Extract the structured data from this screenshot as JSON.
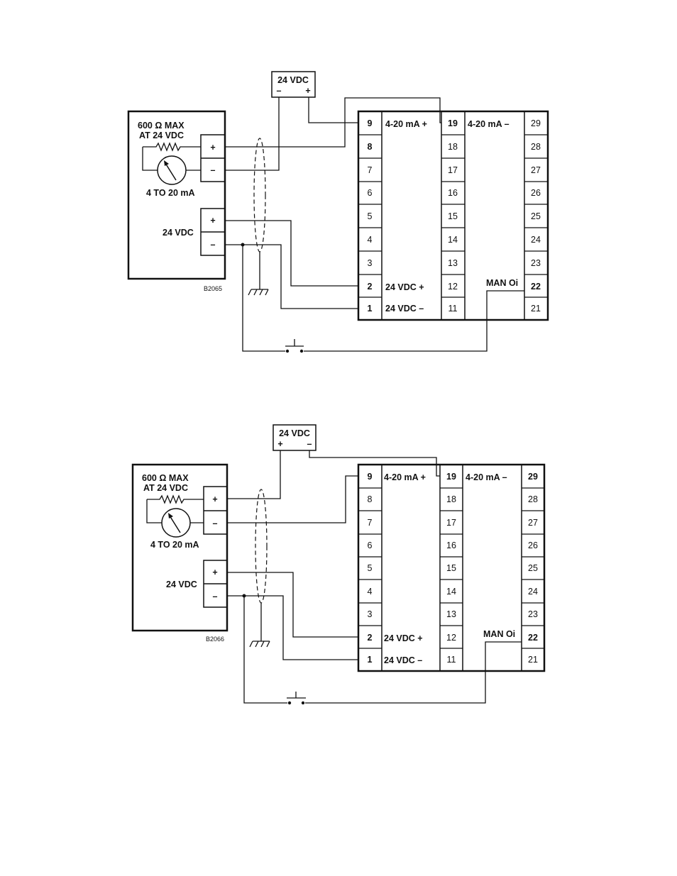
{
  "diagrams": [
    {
      "id": "B2065",
      "meter": {
        "line1": "600 Ω MAX",
        "line2": "AT 24 VDC",
        "range": "4 TO 20 mA",
        "plus": "+",
        "minus": "–"
      },
      "supply": {
        "label": "24 VDC",
        "plus": "+",
        "minus": "–"
      },
      "psu": {
        "label": "24 VDC",
        "left_sign": "–",
        "right_sign": "+"
      },
      "terminals": {
        "left": [
          "9",
          "8",
          "7",
          "6",
          "5",
          "4",
          "3",
          "2",
          "1"
        ],
        "middle": [
          "19",
          "18",
          "17",
          "16",
          "15",
          "14",
          "13",
          "12",
          "11"
        ],
        "right": [
          "29",
          "28",
          "27",
          "26",
          "25",
          "24",
          "23",
          "22",
          "21"
        ]
      },
      "labels": {
        "t9": "4-20 mA +",
        "t19": "4-20 mA –",
        "t2": "24 VDC +",
        "t1": "24 VDC –",
        "t22": "MAN Oi"
      },
      "code": "B2065"
    },
    {
      "id": "B2066",
      "meter": {
        "line1": "600 Ω MAX",
        "line2": "AT 24 VDC",
        "range": "4 TO 20 mA",
        "plus": "+",
        "minus": "–"
      },
      "supply": {
        "label": "24 VDC",
        "plus": "+",
        "minus": "–"
      },
      "psu": {
        "label": "24 VDC",
        "left_sign": "+",
        "right_sign": "–"
      },
      "terminals": {
        "left": [
          "9",
          "8",
          "7",
          "6",
          "5",
          "4",
          "3",
          "2",
          "1"
        ],
        "middle": [
          "19",
          "18",
          "17",
          "16",
          "15",
          "14",
          "13",
          "12",
          "11"
        ],
        "right": [
          "29",
          "28",
          "27",
          "26",
          "25",
          "24",
          "23",
          "22",
          "21"
        ]
      },
      "labels": {
        "t9": "4-20 mA +",
        "t19": "4-20 mA –",
        "t2": "24 VDC +",
        "t1": "24 VDC –",
        "t22": "MAN Oi"
      },
      "code": "B2066"
    }
  ]
}
